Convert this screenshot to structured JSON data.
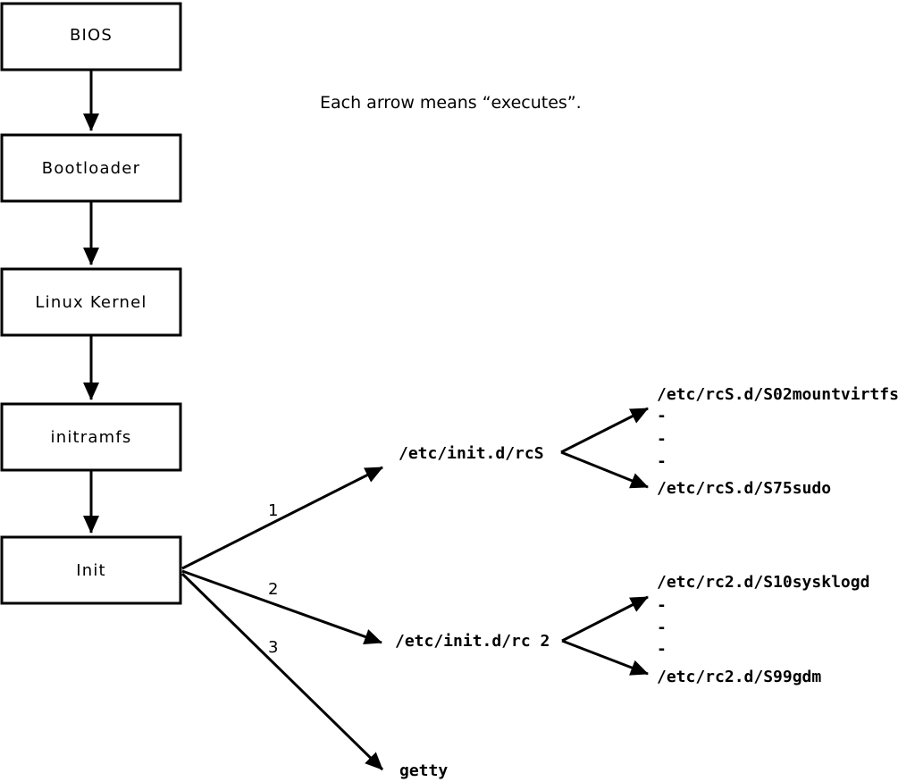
{
  "diagram": {
    "title_note": "Each arrow means “executes”.",
    "colors": {
      "line": "#000000",
      "box_fill": "#ffffff",
      "background": "#ffffff",
      "text": "#000000"
    },
    "chain": [
      {
        "label": "BIOS"
      },
      {
        "label": "Bootloader"
      },
      {
        "label": "Linux Kernel"
      },
      {
        "label": "initramfs"
      },
      {
        "label": "Init"
      }
    ],
    "init_branches": [
      {
        "order": "1",
        "target": "/etc/init.d/rcS"
      },
      {
        "order": "2",
        "target": "/etc/init.d/rc 2"
      },
      {
        "order": "3",
        "target": "getty"
      }
    ],
    "rcS_scripts": {
      "first": "/etc/rcS.d/S02mountvirtfs",
      "ellipsis": [
        "-",
        "-",
        "-"
      ],
      "last": "/etc/rcS.d/S75sudo"
    },
    "rc2_scripts": {
      "first": "/etc/rc2.d/S10sysklogd",
      "ellipsis": [
        "-",
        "-",
        "-"
      ],
      "last": "/etc/rc2.d/S99gdm"
    }
  }
}
